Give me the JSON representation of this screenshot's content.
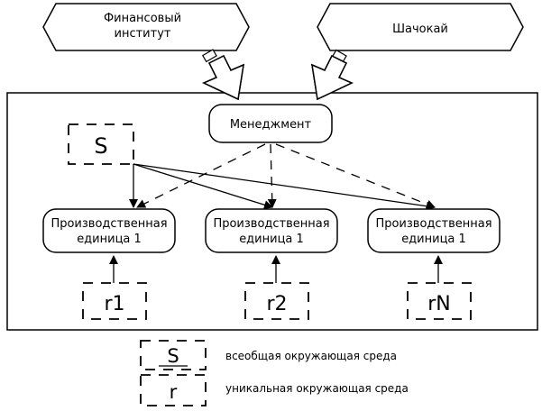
{
  "sources": {
    "finance": {
      "line1": "Финансовый",
      "line2": "институт"
    },
    "shachokai": {
      "label": "Шачокай"
    }
  },
  "management": {
    "label": "Менеджмент"
  },
  "general_env": {
    "label": "S"
  },
  "units": [
    {
      "line1": "Производственная",
      "line2": "единица 1"
    },
    {
      "line1": "Производственная",
      "line2": "единица 1"
    },
    {
      "line1": "Производственная",
      "line2": "единица 1"
    }
  ],
  "unique_envs": [
    {
      "label": "r1"
    },
    {
      "label": "r2"
    },
    {
      "label": "rN"
    }
  ],
  "legend": {
    "general": {
      "symbol": "S",
      "text": "всеобщая окружающая среда"
    },
    "unique": {
      "symbol": "r",
      "text": "уникальная окружающая среда"
    }
  }
}
